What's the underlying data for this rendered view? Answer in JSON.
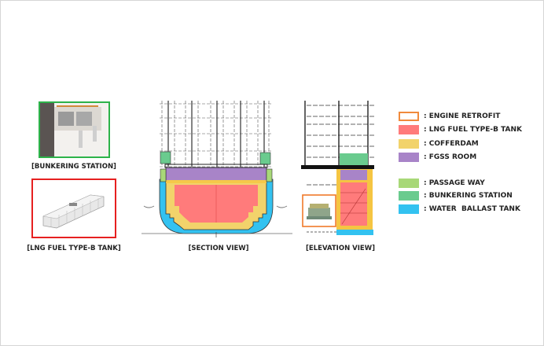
{
  "captions": {
    "bunkering_station": "[BUNKERING STATION]",
    "lng_tank": "[LNG FUEL TYPE-B TANK]",
    "section_view": "[SECTION VIEW]",
    "elevation_view": "[ELEVATION VIEW]"
  },
  "legend": [
    {
      "label": ": ENGINE RETROFIT",
      "color": "#f08a3c",
      "outline": true
    },
    {
      "label": ": LNG FUEL TYPE-B TANK",
      "color": "#ff7b7b"
    },
    {
      "label": ": COFFERDAM",
      "color": "#f2d36b"
    },
    {
      "label": ": FGSS ROOM",
      "color": "#a884c8"
    },
    {
      "label": ": PASSAGE WAY",
      "color": "#a8d878"
    },
    {
      "label": ": BUNKERING STATION",
      "color": "#6acb8e"
    },
    {
      "label": ": WATER  BALLAST TANK",
      "color": "#33c2f0"
    }
  ],
  "colors": {
    "green_frame": "#2db34a",
    "red_frame": "#e62020",
    "orange_frame": "#f07a2a"
  }
}
